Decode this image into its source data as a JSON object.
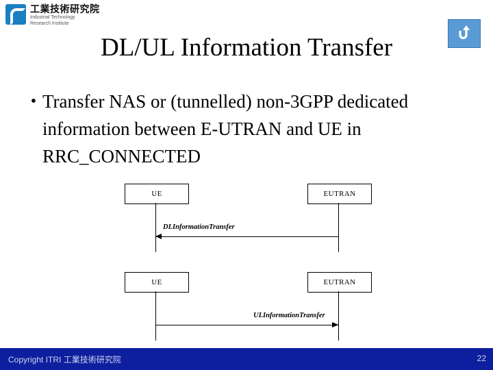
{
  "logo": {
    "chinese_name": "工業技術研究院",
    "english_line1": "Industrial Technology",
    "english_line2": "Research Institute"
  },
  "header": {
    "title": "DL/UL Information Transfer",
    "back_button_icon": "back-arrow-icon"
  },
  "body": {
    "bullets": [
      {
        "marker": "•",
        "text": "Transfer NAS or (tunnelled) non-3GPP dedicated information between E-UTRAN and UE in RRC_CONNECTED"
      }
    ]
  },
  "diagram": {
    "sequences": [
      {
        "id": "dl-information-transfer",
        "left_node": "UE",
        "right_node": "EUTRAN",
        "message": "DLInformationTransfer",
        "direction": "right-to-left"
      },
      {
        "id": "ul-information-transfer",
        "left_node": "UE",
        "right_node": "EUTRAN",
        "message": "ULInformationTransfer",
        "direction": "left-to-right"
      }
    ]
  },
  "footer": {
    "copyright": "Copyright ITRI 工業技術研究院",
    "page_number": "22"
  }
}
